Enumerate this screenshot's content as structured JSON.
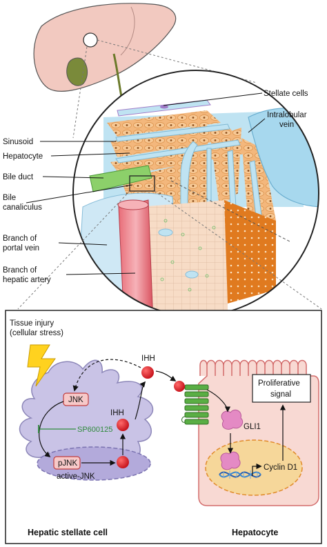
{
  "labels": {
    "stellate_cells": "Stellate cells",
    "intralobular_vein_1": "Intralobular",
    "intralobular_vein_2": "vein",
    "sinusoid": "Sinusoid",
    "hepatocyte": "Hepatocyte",
    "bile_duct": "Bile duct",
    "bile_canaliculus_1": "Bile",
    "bile_canaliculus_2": "canaliculus",
    "portal_vein_1": "Branch of",
    "portal_vein_2": "portal vein",
    "hepatic_artery_1": "Branch of",
    "hepatic_artery_2": "hepatic artery"
  },
  "pathway": {
    "tissue_injury_1": "Tissue injury",
    "tissue_injury_2": "(cellular stress)",
    "jnk": "JNK",
    "inhibitor": "SP600125",
    "pjnk": "pJNK",
    "active_jnk": "active-JNK",
    "ihh_inside": "IHH",
    "ihh_outside": "IHH",
    "gli1": "GLI1",
    "cyclin_d1": "Cyclin D1",
    "proliferative_1": "Proliferative",
    "proliferative_2": "signal",
    "stellate_title": "Hepatic stellate cell",
    "hepatocyte_title": "Hepatocyte"
  },
  "colors": {
    "liver": "#f2c9c0",
    "stellate_cell": "#c9c3e6",
    "hepatocyte_cell": "#f8d9d3",
    "ihh_ball": "#d9121f",
    "receptor": "#4a9a3a",
    "jnk_box": "#f7c9c9",
    "inhibitor": "#2f8a3c",
    "sinusoid_blue": "#bfe3f2",
    "hepatocyte_orange": "#f1b270"
  }
}
